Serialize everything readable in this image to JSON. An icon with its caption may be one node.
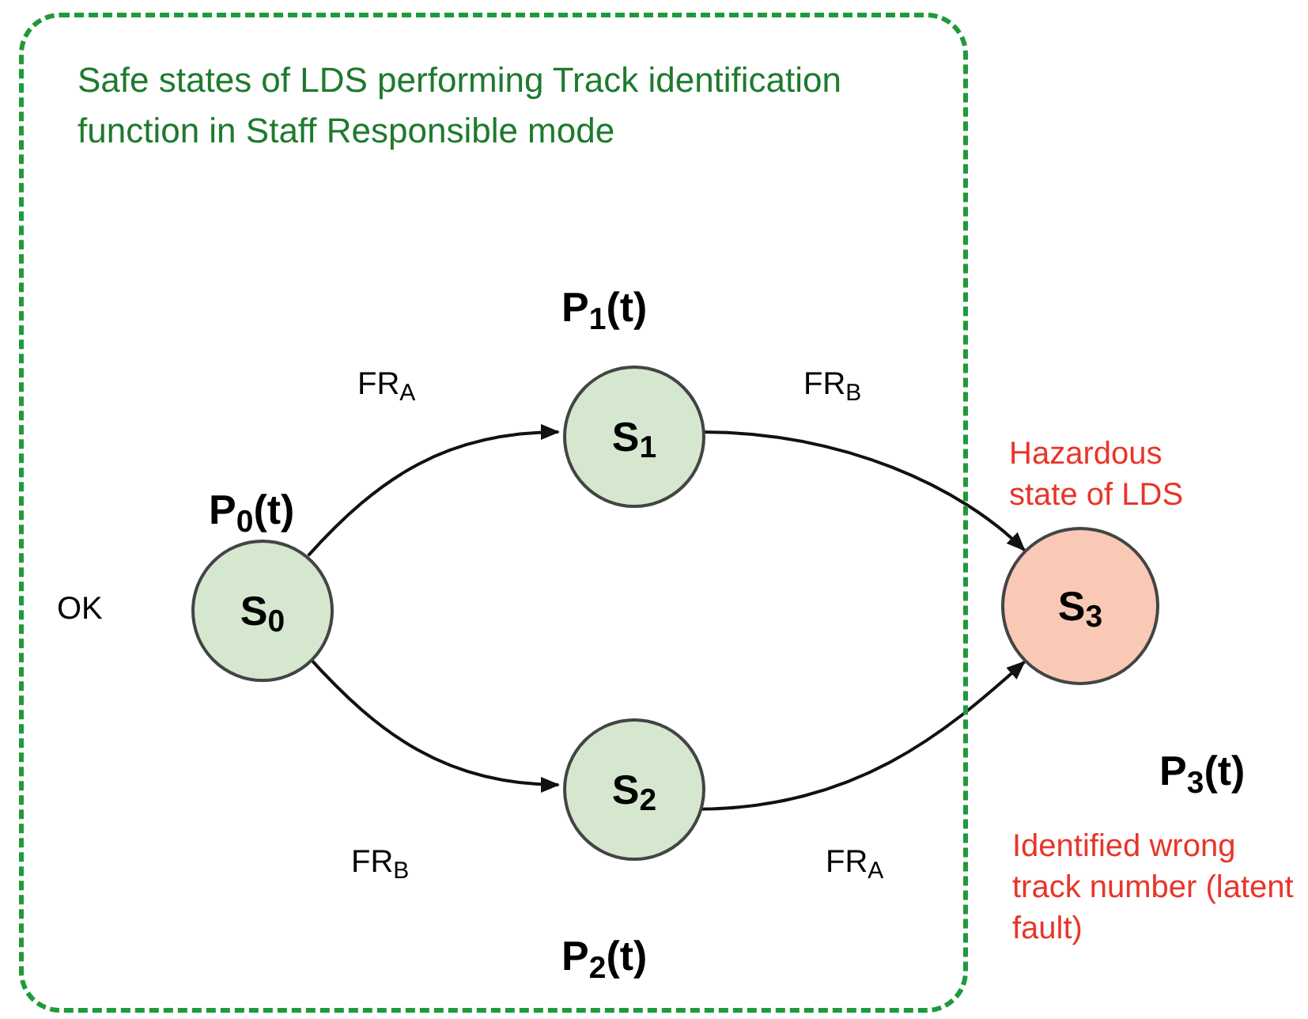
{
  "diagram": {
    "nodes": [
      {
        "text": [
          "Safe states of LDS performing Track identification function in Staff Responsible mode"
        ]
      },
      {
        "text": [
          "S$_{0}$"
        ],
        "in": 0,
        "beside": [
          "P$_{0}$(t)",
          "OK"
        ]
      },
      {
        "text": [
          "S$_{1}$"
        ],
        "in": 0,
        "beside": [
          "P$_{1}$(t)"
        ]
      },
      {
        "text": [
          "S$_{2}$"
        ],
        "in": 0,
        "beside": [
          "P$_{2}$(t)"
        ]
      },
      {
        "text": [
          "S$_{3}$"
        ],
        "beside": [
          "Hazardous state of LDS",
          "P$_{3}$(t)",
          "Identified wrong track number (latent fault)"
        ]
      }
    ],
    "edges": [
      {
        "from": 1,
        "to": 2,
        "arrow": "to",
        "label": "FR$_{A}$"
      },
      {
        "from": 2,
        "to": 4,
        "arrow": "to",
        "label": "FR$_{B}$"
      },
      {
        "from": 1,
        "to": 3,
        "arrow": "to",
        "label": "FR$_{B}$"
      },
      {
        "from": 3,
        "to": 4,
        "arrow": "to",
        "label": "FR$_{A}$"
      }
    ]
  }
}
